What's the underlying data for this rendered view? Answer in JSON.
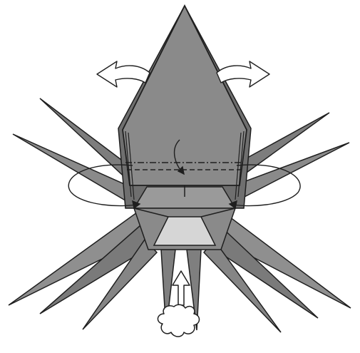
{
  "diagram": {
    "kind": "origami-folding-step",
    "colors": {
      "paper_fill": "#8a8a8a",
      "paper_dark": "#6f6f6f",
      "paper_light": "#a9a9a9",
      "paper_inner": "#d6d6d6",
      "stroke": "#1f1f1f",
      "arrow_fill": "#ffffff",
      "background": "#ffffff"
    },
    "symbols": [
      "open-out-arrow-left",
      "open-out-arrow-right",
      "valley-fold-arrow",
      "rotate-arrow-left",
      "rotate-arrow-right",
      "inflate-arrow",
      "blow-cloud"
    ],
    "fold_lines": [
      "mountain-fold-line",
      "valley-fold-line"
    ]
  }
}
